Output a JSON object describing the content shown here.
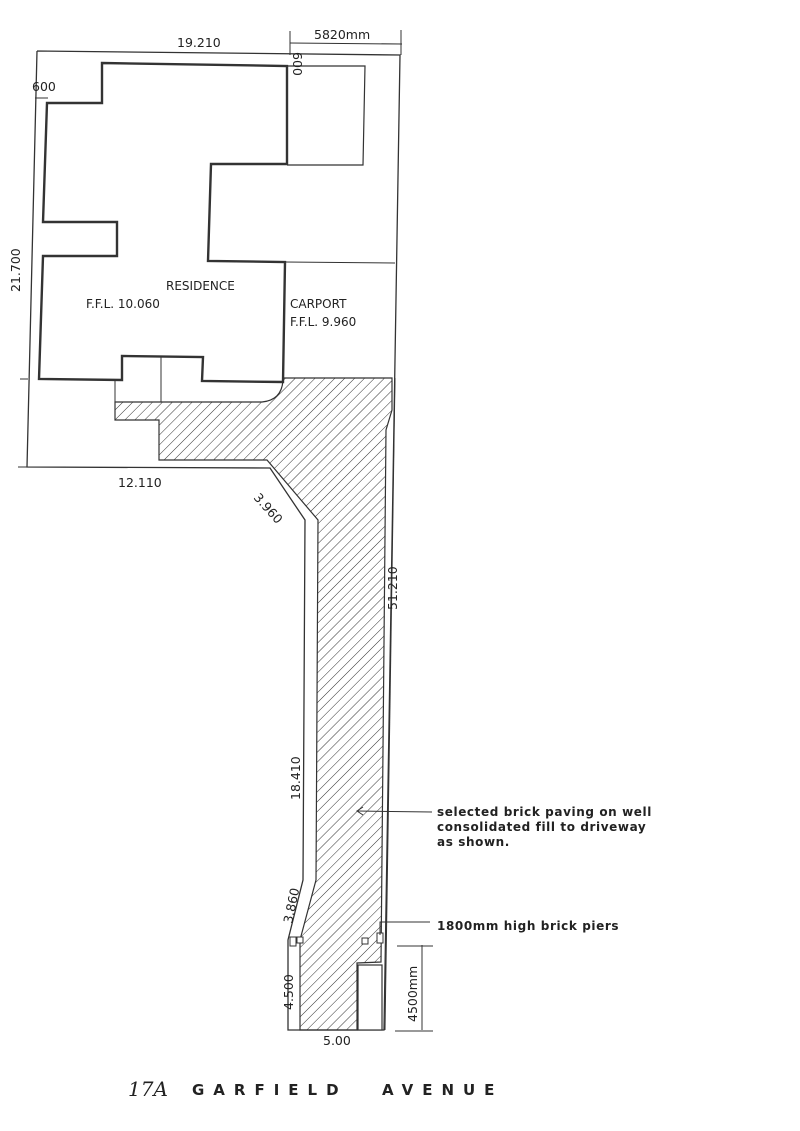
{
  "plan": {
    "residence_label": "RESIDENCE",
    "residence_ffl": "F.F.L.  10.060",
    "carport_label": "CARPORT",
    "carport_ffl": "F.F.L.  9.960",
    "hatch_color": "#333333"
  },
  "dimensions": {
    "top_width": "19.210",
    "carport_width": "5820mm",
    "setback_left": "600",
    "setback_top": "600",
    "left_depth": "21.700",
    "lower_width": "12.110",
    "diagonal": "3.960",
    "right_length": "51.210",
    "strip_left": "18.410",
    "splay": "3.860",
    "front_left": "4.500",
    "frontage": "5.00",
    "front_setback": "4500mm"
  },
  "notes": {
    "paving_line1": "selected brick paving on well",
    "paving_line2": "consolidated fill to driveway",
    "paving_line3": "as shown.",
    "piers": "1800mm high brick piers"
  },
  "address": {
    "number": "17A",
    "street": "GARFIELD",
    "type": "AVENUE"
  }
}
